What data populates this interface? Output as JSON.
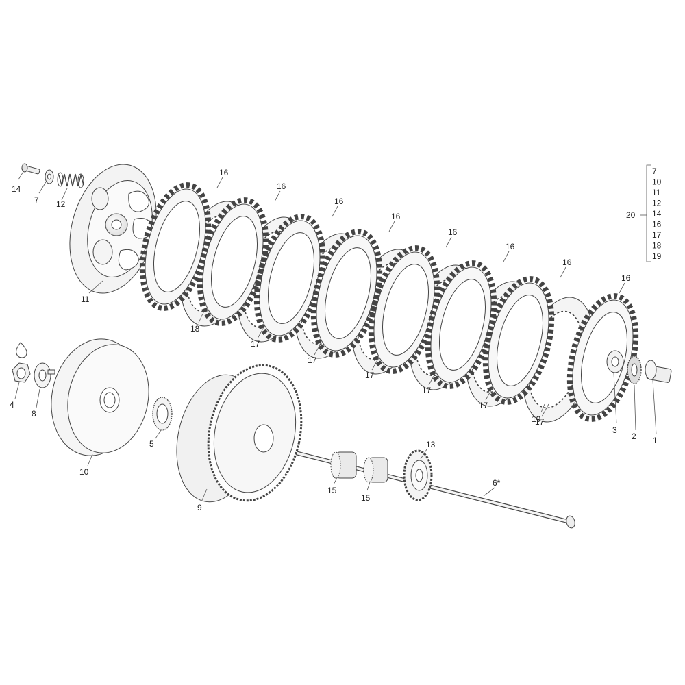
{
  "callouts": {
    "c1": "1",
    "c2": "2",
    "c3": "3",
    "c4": "4",
    "c5": "5",
    "c6": "6*",
    "c7": "7",
    "c8": "8",
    "c9": "9",
    "c10": "10",
    "c11": "11",
    "c12": "12",
    "c13": "13",
    "c14": "14",
    "c15a": "15",
    "c15b": "15",
    "c16": [
      "16",
      "16",
      "16",
      "16",
      "16",
      "16",
      "16",
      "16"
    ],
    "c17": [
      "17",
      "17",
      "17",
      "17",
      "17",
      "17"
    ],
    "c18": "18",
    "c19": "19"
  },
  "kit": {
    "label": "20",
    "items": [
      "7",
      "10",
      "11",
      "12",
      "14",
      "16",
      "17",
      "18",
      "19"
    ]
  },
  "colors": {
    "line": "#444444",
    "plate": "#f2f2f2",
    "metal": "#e9e9e9",
    "text": "#222222"
  }
}
